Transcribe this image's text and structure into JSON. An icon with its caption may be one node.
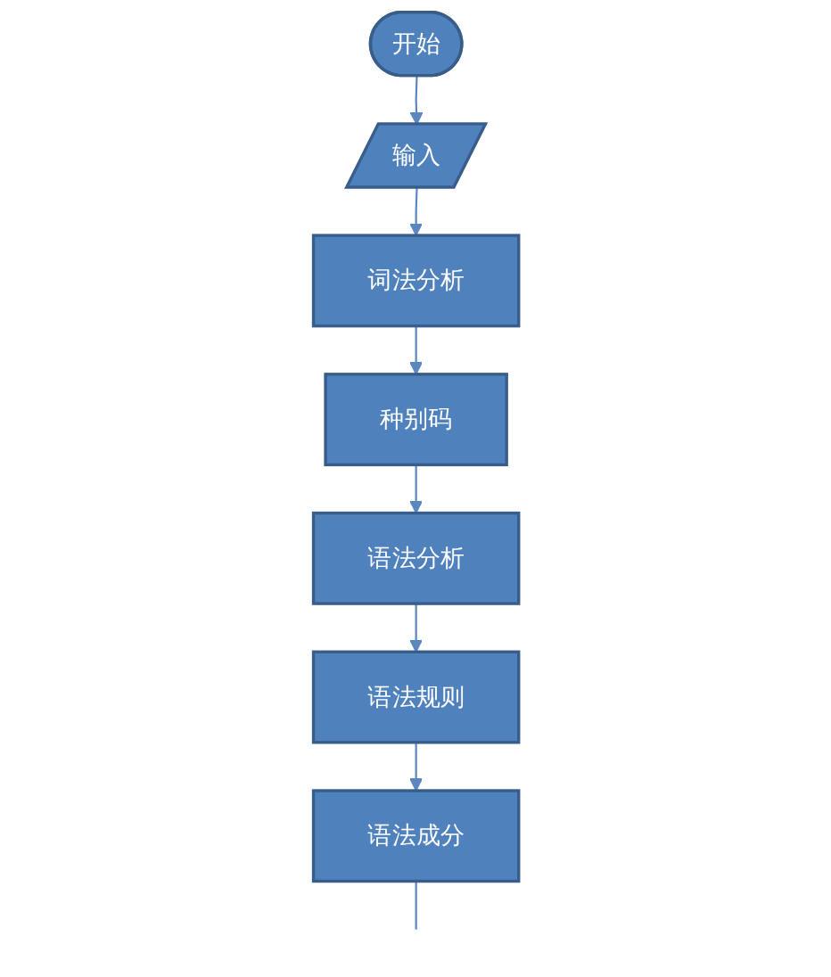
{
  "diagram": {
    "nodes": [
      {
        "text": [
          "开始"
        ]
      },
      {
        "text": [
          "输入"
        ]
      },
      {
        "text": [
          "词法分析"
        ]
      },
      {
        "text": [
          "种别码"
        ]
      },
      {
        "text": [
          "语法分析"
        ]
      },
      {
        "text": [
          "语法规则"
        ]
      },
      {
        "text": [
          "语法成分"
        ]
      }
    ],
    "edges": [
      {
        "from": 0,
        "to": 1,
        "arrow": "to"
      },
      {
        "from": 1,
        "to": 2,
        "arrow": "to"
      },
      {
        "from": 2,
        "to": 3,
        "arrow": "to"
      },
      {
        "from": 3,
        "to": 4,
        "arrow": "to"
      },
      {
        "from": 4,
        "to": 5,
        "arrow": "to"
      },
      {
        "from": 5,
        "to": 6,
        "arrow": "to"
      },
      {
        "from": 6,
        "to": null,
        "arrow": "none"
      }
    ]
  }
}
